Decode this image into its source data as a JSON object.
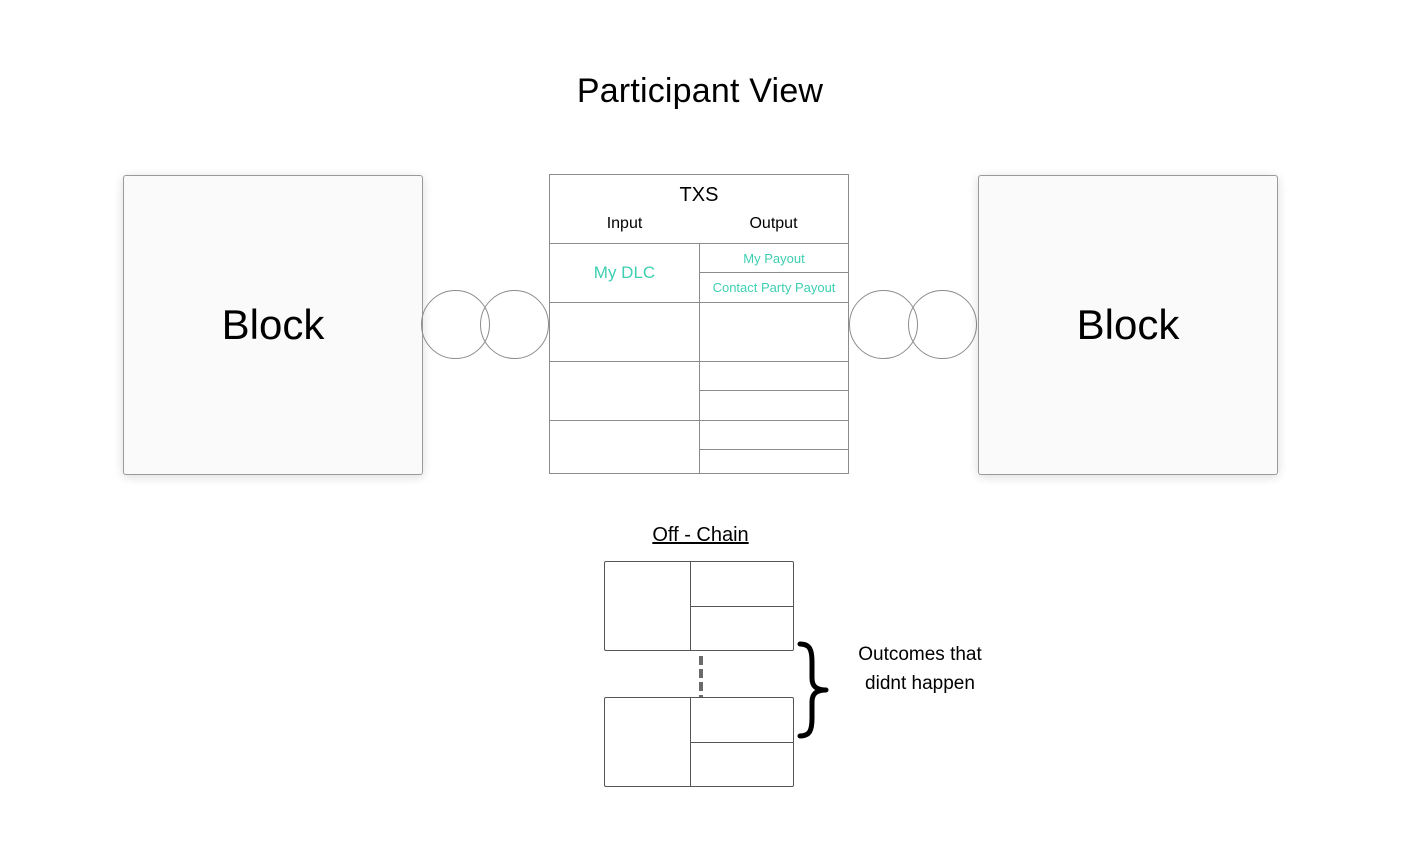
{
  "title": "Participant View",
  "blocks": {
    "left_label": "Block",
    "right_label": "Block"
  },
  "txs": {
    "title": "TXS",
    "input_header": "Input",
    "output_header": "Output",
    "input_cell": "My DLC",
    "output_cells": [
      "My Payout",
      "Contact Party Payout"
    ],
    "highlight_color": "#3ecfb2"
  },
  "offchain": {
    "title": "Off - Chain",
    "annotation_line1": "Outcomes that",
    "annotation_line2": "didnt happen"
  }
}
